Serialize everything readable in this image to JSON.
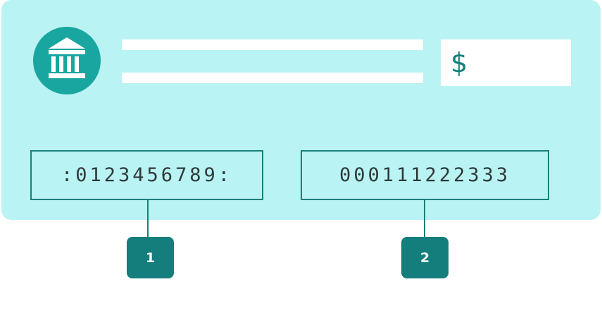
{
  "check": {
    "icon": "bank-icon",
    "currency_symbol": "$",
    "routing_micr": ":0123456789:",
    "account_micr": "000111222333"
  },
  "callouts": [
    {
      "label": "1"
    },
    {
      "label": "2"
    }
  ],
  "colors": {
    "check_background": "#baf3f3",
    "icon_circle": "#1aa6a0",
    "accent_dark": "#137e7b",
    "micr_text": "#2f3a3a"
  }
}
